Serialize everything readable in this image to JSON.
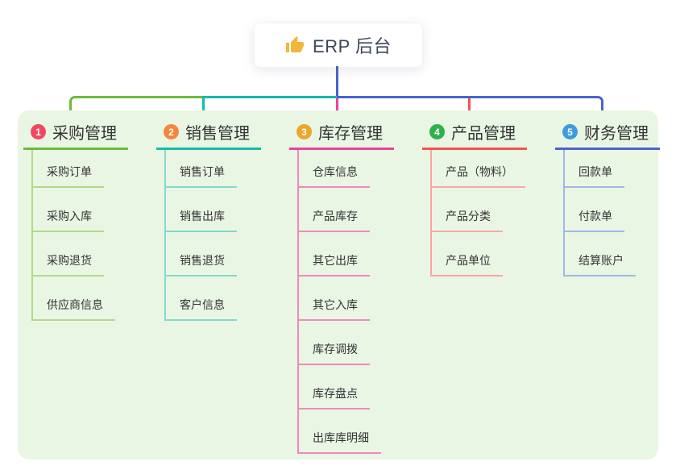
{
  "root": {
    "label": "ERP 后台",
    "icon": "thumbs-up-icon",
    "icon_color": "#f2b63c"
  },
  "canvas_color": "#eaf6e4",
  "connectors": {
    "root_stub_color": "#4a63cc",
    "bus_segment_colors": [
      "#6cbb3c",
      "#14bcab",
      "#4a63cc"
    ]
  },
  "branches": [
    {
      "number": "1",
      "label": "采购管理",
      "line_color": "#6cbb3c",
      "child_line_color": "#b2d98c",
      "badge_color": "#f4485f",
      "children": [
        "采购订单",
        "采购入库",
        "采购退货",
        "供应商信息"
      ]
    },
    {
      "number": "2",
      "label": "销售管理",
      "line_color": "#14bcab",
      "child_line_color": "#82d9cd",
      "badge_color": "#f6863c",
      "children": [
        "销售订单",
        "销售出库",
        "销售退货",
        "客户信息"
      ]
    },
    {
      "number": "3",
      "label": "库存管理",
      "line_color": "#e8439f",
      "child_line_color": "#f287c1",
      "badge_color": "#f0a42a",
      "children": [
        "仓库信息",
        "产品库存",
        "其它出库",
        "其它入库",
        "库存调拨",
        "库存盘点",
        "出库库明细"
      ]
    },
    {
      "number": "4",
      "label": "产品管理",
      "line_color": "#f0544f",
      "child_line_color": "#f8a7a3",
      "badge_color": "#2db24d",
      "children": [
        "产品（物料）",
        "产品分类",
        "产品单位"
      ]
    },
    {
      "number": "5",
      "label": "财务管理",
      "line_color": "#4a63cc",
      "child_line_color": "#9fb7e8",
      "badge_color": "#3f9cda",
      "children": [
        "回款单",
        "付款单",
        "结算账户"
      ]
    }
  ]
}
